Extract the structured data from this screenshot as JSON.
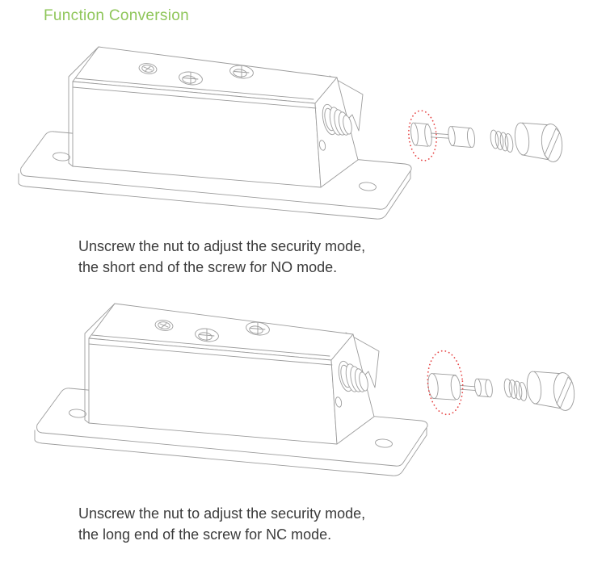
{
  "page": {
    "title": "Function Conversion"
  },
  "colors": {
    "title_green": "#8fc65a",
    "line_gray": "#9c9c9c",
    "highlight_red": "#e64545",
    "caption_text": "#3b3b3b"
  },
  "icons": {
    "highlight_ellipse": "red-dotted-highlight-ellipse",
    "device": "surface-mount-lock-line-drawing",
    "screw": "double-ended-adjustment-screw",
    "spring": "coil-spring",
    "nut": "slotted-nut"
  },
  "diagrams": [
    {
      "mode": "NO",
      "caption_line1": "Unscrew the nut to adjust the security mode,",
      "caption_line2": "the short end of the screw for NO mode."
    },
    {
      "mode": "NC",
      "caption_line1": "Unscrew the nut to adjust the security mode,",
      "caption_line2": "the long end of the screw for NC mode."
    }
  ]
}
